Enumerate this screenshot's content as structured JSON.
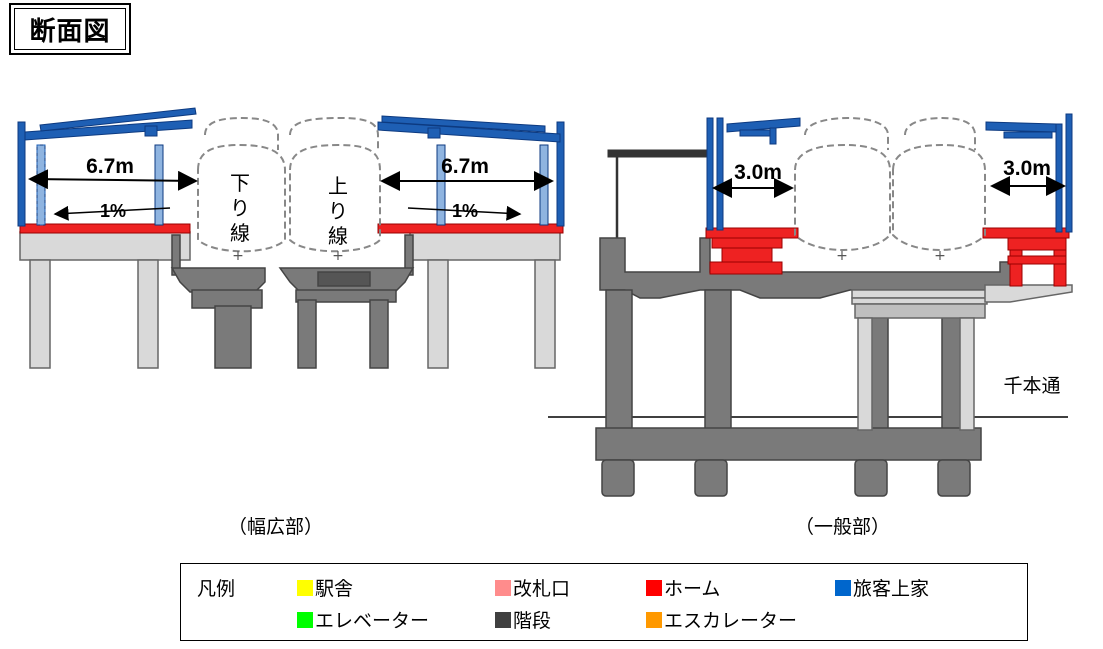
{
  "title": "断面図",
  "wide_section": {
    "caption": "（幅広部）",
    "left_width": "6.7m",
    "right_width": "6.7m",
    "left_slope": "1%",
    "right_slope": "1%",
    "track_down": [
      "下",
      "り",
      "線"
    ],
    "track_up": [
      "上",
      "り",
      "線"
    ]
  },
  "general_section": {
    "caption": "（一般部）",
    "left_width": "3.0m",
    "right_width": "3.0m",
    "street_label": "千本通"
  },
  "legend": {
    "title": "凡例",
    "items": [
      {
        "label": "駅舎",
        "color": "#ffff00"
      },
      {
        "label": "改札口",
        "color": "#ff8c8c"
      },
      {
        "label": "ホーム",
        "color": "#ff0000"
      },
      {
        "label": "旅客上家",
        "color": "#0066cc"
      },
      {
        "label": "エレベーター",
        "color": "#00ff00"
      },
      {
        "label": "階段",
        "color": "#404040"
      },
      {
        "label": "エスカレーター",
        "color": "#ff9900"
      }
    ]
  },
  "colors": {
    "platform_red": "#ee2222",
    "canopy_blue": "#1e5fb4",
    "structure_gray": "#777777",
    "column_light": "#d9d9d9"
  }
}
